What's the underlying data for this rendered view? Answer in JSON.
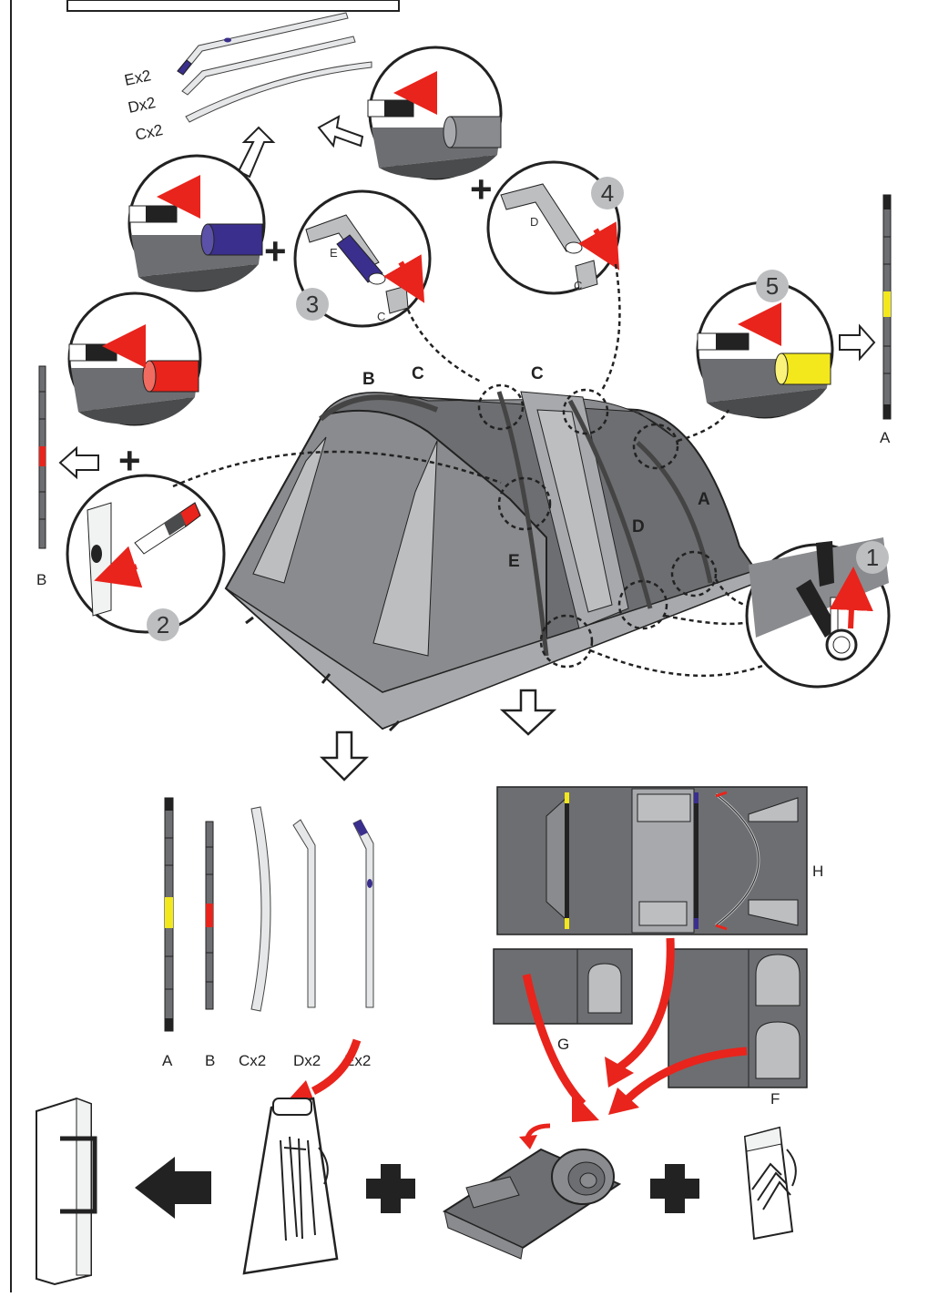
{
  "steps": [
    "1",
    "2",
    "3",
    "4",
    "5"
  ],
  "tent_labels": {
    "a": "A",
    "b": "B",
    "c1": "C",
    "c2": "C",
    "d": "D",
    "e": "E"
  },
  "pole_stack": [
    "Ex2",
    "Dx2",
    "Cx2"
  ],
  "pole_A_side": "A",
  "pole_B_side": "B",
  "detail_labels": {
    "e": "E",
    "c3": "C",
    "d": "D",
    "c4": "C"
  },
  "poles_bottom": [
    "A",
    "B",
    "Cx2",
    "Dx2",
    "Ex2"
  ],
  "groundsheets": {
    "h": "H",
    "g": "G",
    "f": "F"
  },
  "colors": {
    "red": "#e8241c",
    "blue": "#3a2f8c",
    "yellow": "#f2e81c",
    "tent_dark": "#6d6e71",
    "tent_mid": "#8a8b8e",
    "tent_light": "#c7c8ca"
  }
}
